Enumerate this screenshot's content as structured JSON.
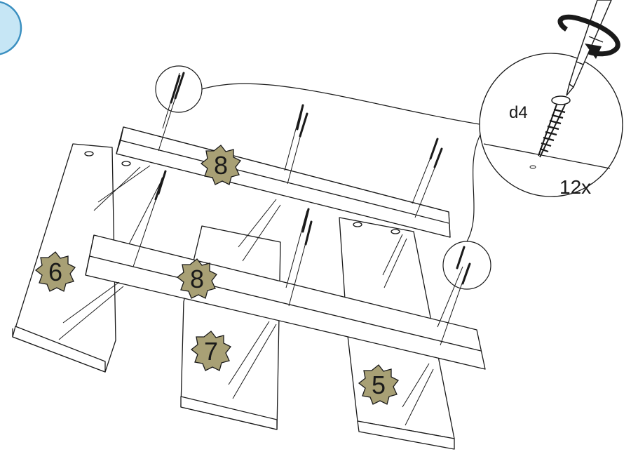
{
  "diagram": {
    "type": "assembly-instruction",
    "step_marker_color": "#c6e6f5",
    "badge_fill": "#a8a075",
    "line_color": "#1a1a1a"
  },
  "parts": {
    "board_top": "8",
    "board_front": "8",
    "panel_left": "6",
    "panel_middle": "7",
    "panel_right": "5"
  },
  "screw": {
    "size_label": "d4",
    "quantity_label": "12x",
    "tool_icon": "screwdriver-icon",
    "rotation_icon": "rotate-clockwise-icon"
  }
}
